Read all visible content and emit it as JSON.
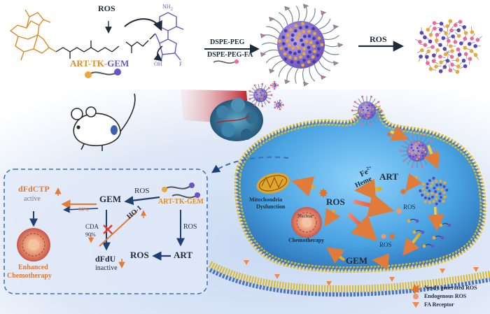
{
  "synthesis": {
    "ros_label": "ROS",
    "prodrug_name_parts": [
      "ART",
      "-TK-",
      "GEM"
    ],
    "nucleoside_labels": {
      "nh2": "NH",
      "nh2_sub": "2",
      "oh": "OH",
      "f": "F"
    },
    "reagent_1": "DSPE-PEG",
    "reagent_2": "DSPE-PEG-FA",
    "release_trigger": "ROS"
  },
  "mechanism_box": {
    "dfdctp": "dFdCTP",
    "active": "active",
    "gem": "GEM",
    "ros_top": "ROS",
    "prodrug": "ART-TK-GEM",
    "percent_90_top": "90%",
    "cda": "CDA",
    "percent_90_left": "90%",
    "ho1": "HO-1",
    "ros_side": "ROS",
    "ros_bottom": "ROS",
    "art": "ART",
    "dfdu": "dFdU",
    "inactive": "inactive",
    "outcome_1": "Enhanced",
    "outcome_2": "Chemotherapy"
  },
  "cell": {
    "fe": "Fe",
    "fe_charge": "2+",
    "heme": "Heme",
    "art": "ART",
    "ros_center": "ROS",
    "ros_right": "ROS",
    "ros_bottom": "ROS",
    "mito_1": "Mitochondria",
    "mito_2": "Dysfunction",
    "nucleus": "Nuclear",
    "chemo": "Chemotherapy",
    "gem": "GEM"
  },
  "legend": {
    "items": [
      {
        "label": "Newly generated ROS",
        "icon": "burst-icon",
        "color": "#e0722a"
      },
      {
        "label": "Endogenous ROS",
        "icon": "ros-blob-icon",
        "color": "#e89a6a"
      },
      {
        "label": "FA Receptor",
        "icon": "receptor-icon",
        "color": "#ef8a4a"
      }
    ]
  },
  "colors": {
    "art": "#d98c2a",
    "gem": "#6a55c8",
    "arrow_navy": "#1e3f73",
    "arrow_orange": "#e07b39",
    "ros_red": "#e23b2b",
    "cell_blue": "#4fa6e3"
  }
}
